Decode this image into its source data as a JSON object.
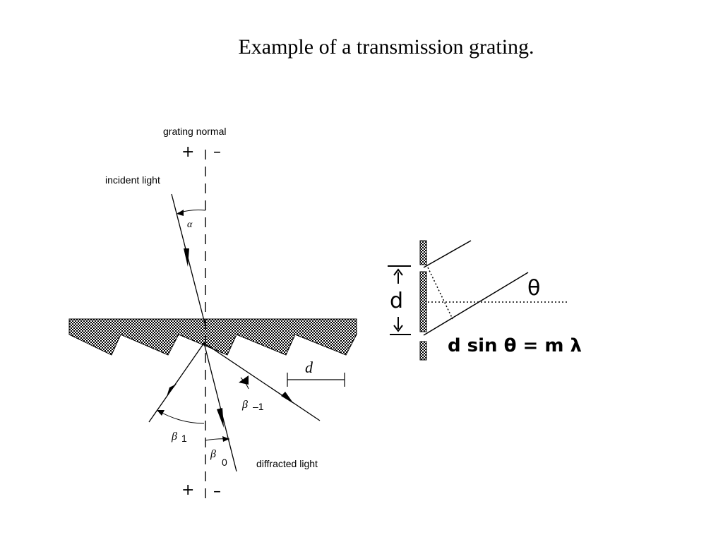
{
  "title": "Example of a transmission grating.",
  "diagram": {
    "grating_normal": "grating normal",
    "incident_light": "incident light",
    "diffracted_light": "diffracted light",
    "plus_top": "+",
    "minus_top": "–",
    "plus_bottom": "+",
    "minus_bottom": "–",
    "alpha": "α",
    "d": "d",
    "beta_neg1": {
      "sym": "β",
      "sub": "–1"
    },
    "beta_1": {
      "sym": "β",
      "sub": "1"
    },
    "beta_0": {
      "sym": "β",
      "sub": "0"
    }
  },
  "inset": {
    "d_label": "d",
    "theta_label": "θ",
    "equation": "d sin θ = m λ"
  }
}
